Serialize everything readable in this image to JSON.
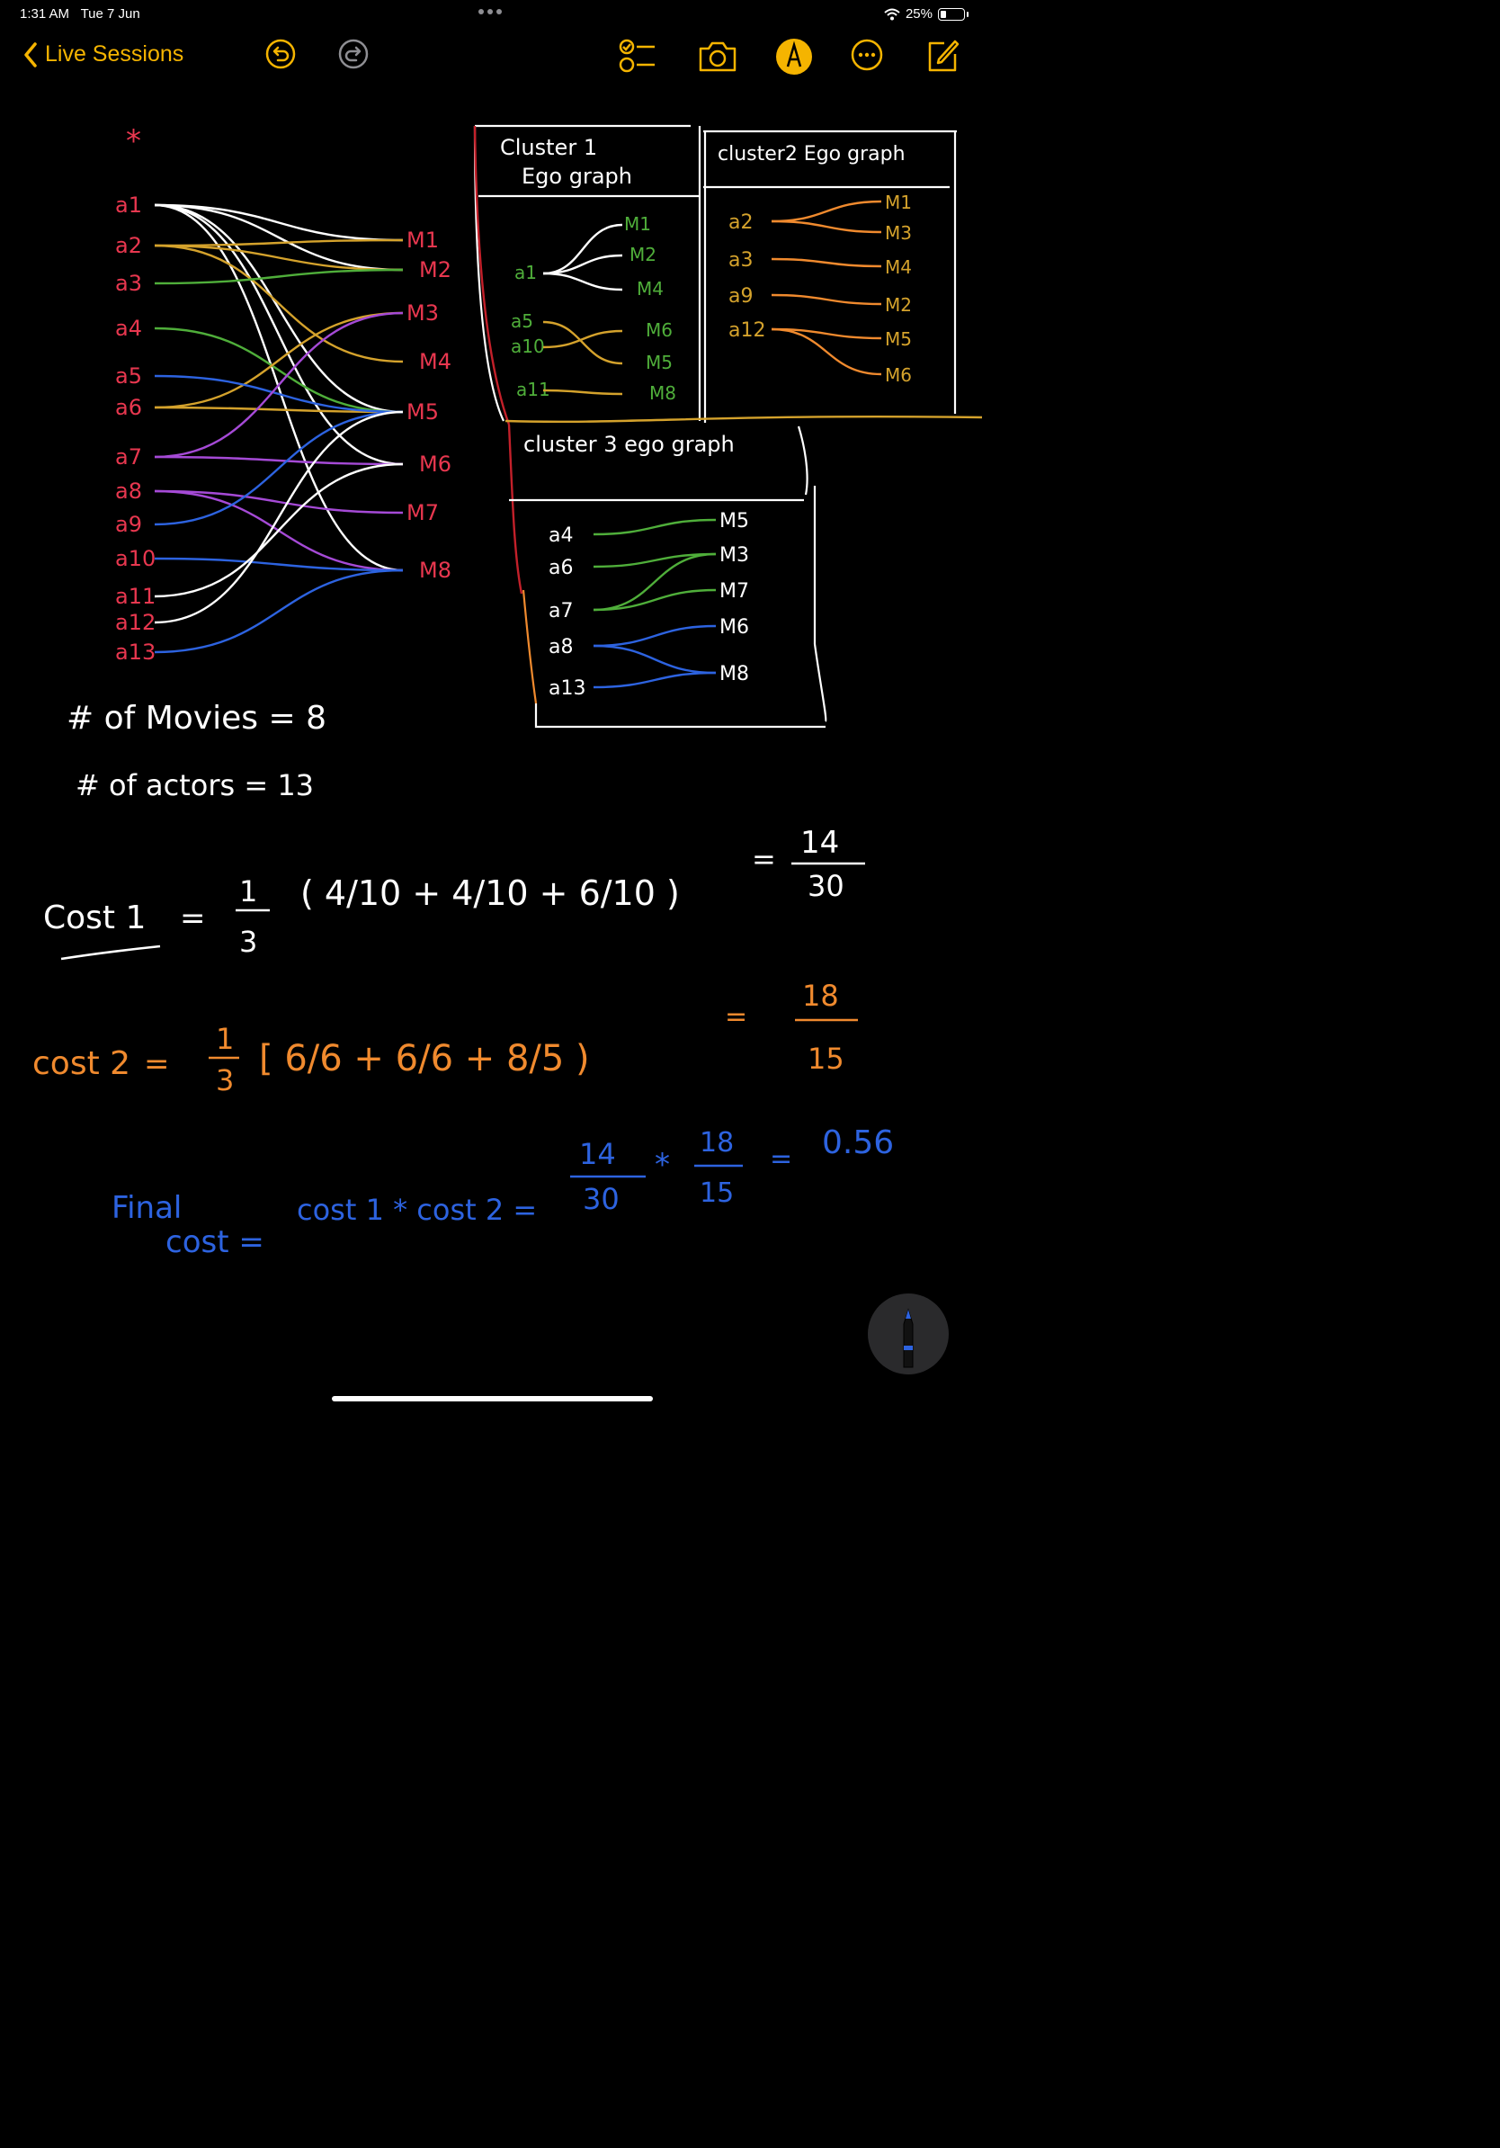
{
  "status_bar": {
    "time": "1:31 AM",
    "date": "Tue 7 Jun",
    "battery": "25%",
    "battery_level": 0.25
  },
  "toolbar": {
    "back_label": "Live Sessions",
    "accent": "#f5b400",
    "icons": [
      "undo-icon",
      "redo-icon",
      "checklist-icon",
      "camera-icon",
      "markup-icon",
      "more-icon",
      "compose-icon"
    ]
  },
  "colors": {
    "red": "#e8374f",
    "white": "#ffffff",
    "yellow": "#d4a22c",
    "green": "#4fae3a",
    "blue": "#2d63e0",
    "purple": "#a54ad6",
    "orange": "#f08a2e"
  },
  "note": {
    "star": "*",
    "actors": [
      "a1",
      "a2",
      "a3",
      "a4",
      "a5",
      "a6",
      "a7",
      "a8",
      "a9",
      "a10",
      "a11",
      "a12",
      "a13"
    ],
    "movies": [
      "M1",
      "M2",
      "M3",
      "M4",
      "M5",
      "M6",
      "M7",
      "M8"
    ],
    "cluster1": {
      "title_line1": "Cluster 1",
      "title_line2": "Ego graph",
      "actors": [
        "a1",
        "a5",
        "a10",
        "a11"
      ],
      "movies": [
        "M1",
        "M2",
        "M4",
        "M6",
        "M5",
        "M8"
      ]
    },
    "cluster2": {
      "title": "cluster2 Ego graph",
      "actors": [
        "a2",
        "a3",
        "a9",
        "a12"
      ],
      "movies": [
        "M1",
        "M3",
        "M4",
        "M2",
        "M5",
        "M6"
      ]
    },
    "cluster3": {
      "title": "cluster 3 ego graph",
      "actors": [
        "a4",
        "a6",
        "a7",
        "a8",
        "a13"
      ],
      "movies": [
        "M5",
        "M3",
        "M7",
        "M6",
        "M8"
      ]
    },
    "movies_count": "# of Movies = 8",
    "actors_count": "# of actors = 13",
    "cost1": {
      "label": "Cost 1",
      "eq": "=",
      "frac_num": "1",
      "frac_den": "3",
      "terms": "( 4/10 + 4/10 + 6/10 )",
      "eq2": "=",
      "res_num": "14",
      "res_den": "30"
    },
    "cost2": {
      "label": "cost 2",
      "eq": "=",
      "frac_num": "1",
      "frac_den": "3",
      "terms": "[ 6/6 + 6/6 + 8/5 )",
      "eq2": "=",
      "res_num": "18",
      "res_den": "15"
    },
    "final": {
      "label_line1": "Final",
      "label_line2": "cost =",
      "expr": "cost 1 * cost 2 =",
      "a_num": "14",
      "a_den": "30",
      "op": "*",
      "b_num": "18",
      "b_den": "15",
      "eq": "=",
      "result": "0.56"
    }
  }
}
